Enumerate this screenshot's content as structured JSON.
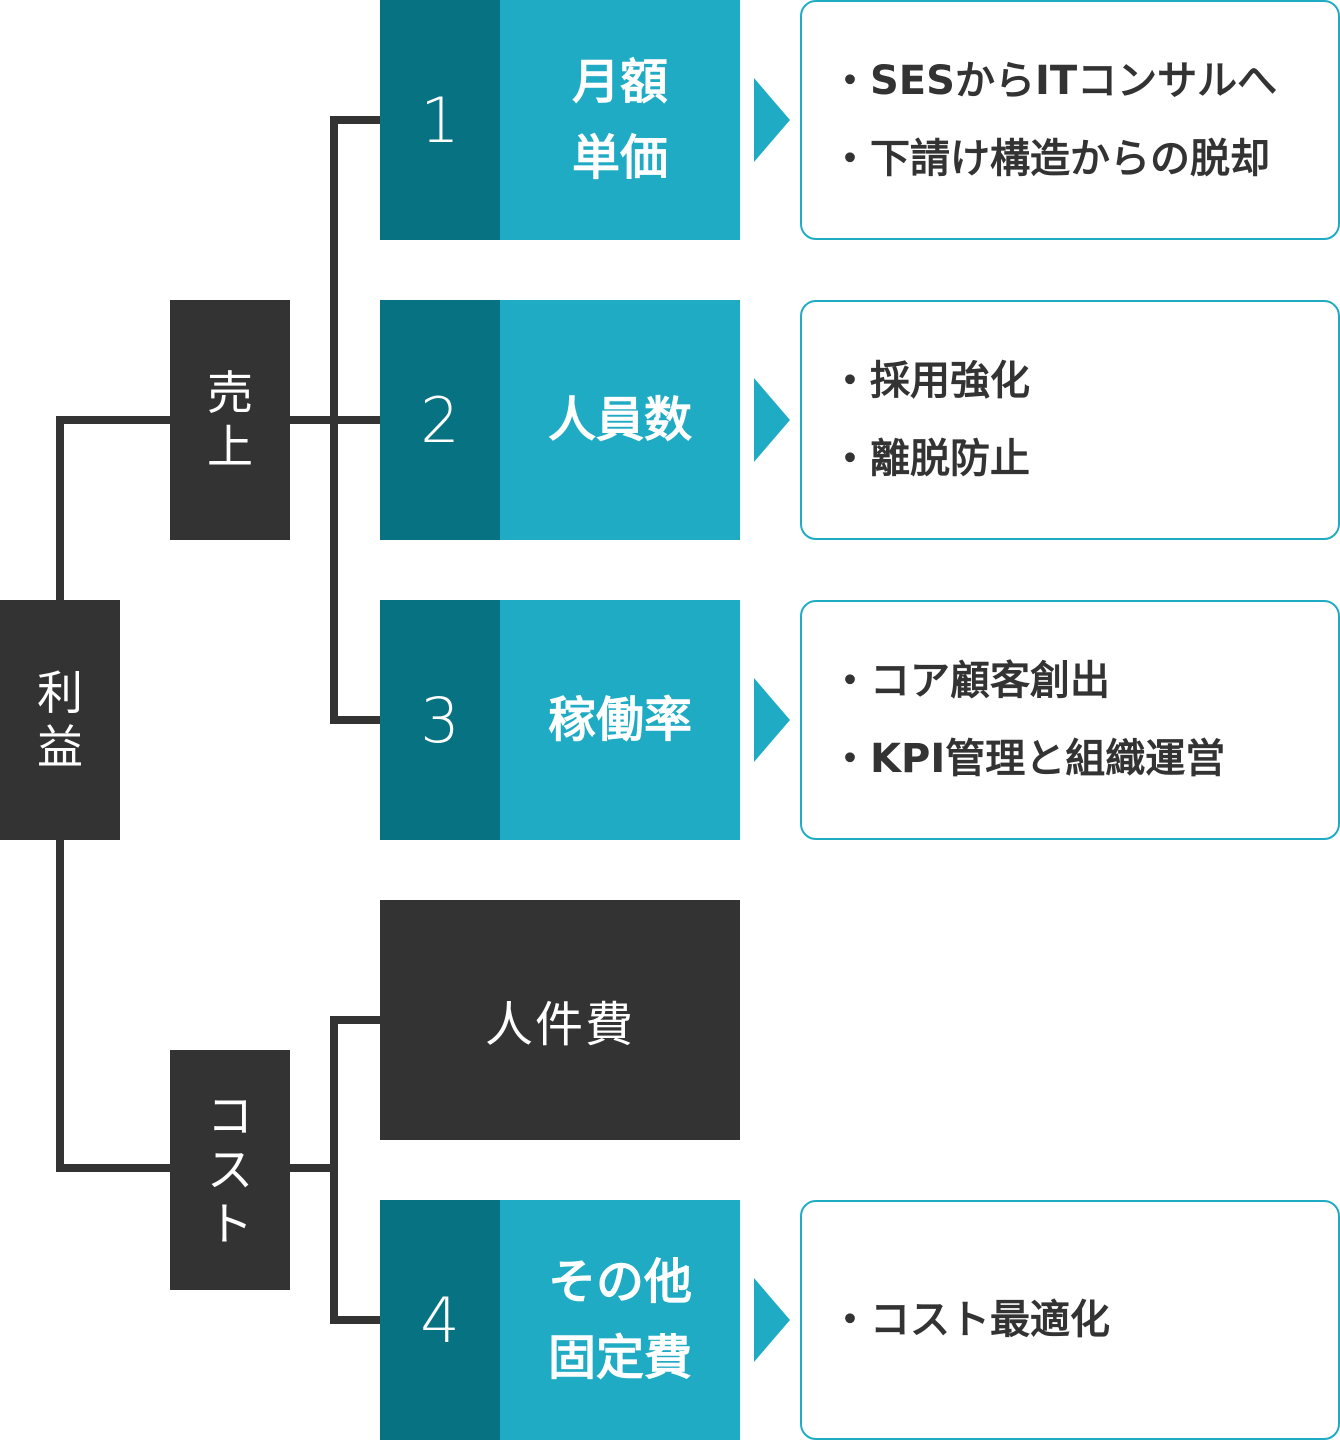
{
  "root": {
    "chars": [
      "利",
      "益"
    ]
  },
  "revenue": {
    "chars": [
      "売",
      "上"
    ]
  },
  "cost": {
    "chars": [
      "コ",
      "ス",
      "ト"
    ]
  },
  "levers": [
    {
      "number": "1",
      "label_lines": [
        "月額",
        "単価"
      ],
      "details": [
        "SESからITコンサルへ",
        "下請け構造からの脱却"
      ]
    },
    {
      "number": "2",
      "label_lines": [
        "人員数"
      ],
      "details": [
        "採用強化",
        "離脱防止"
      ]
    },
    {
      "number": "3",
      "label_lines": [
        "稼働率"
      ],
      "details": [
        "コア顧客創出",
        "KPI管理と組織運営"
      ]
    },
    {
      "number": "4",
      "label_lines": [
        "その他",
        "固定費"
      ],
      "details": [
        "コスト最適化"
      ]
    }
  ],
  "personnel_cost": {
    "label": "人件費"
  },
  "colors": {
    "dark": "#333333",
    "number_bg": "#077282",
    "label_bg": "#1fabc4",
    "border": "#1fabc4"
  }
}
